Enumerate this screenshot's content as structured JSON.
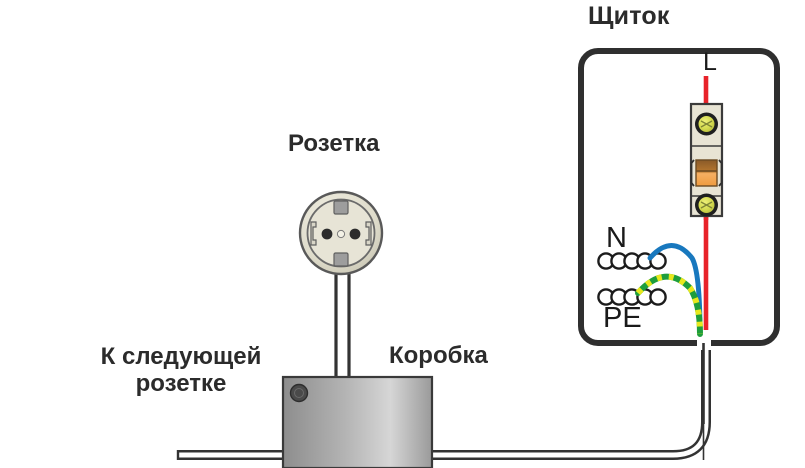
{
  "diagram": {
    "title_panel": "Щиток",
    "title_socket": "Розетка",
    "title_box": "Коробка",
    "title_next_socket": "К следующей\nрозетке",
    "conductor_labels": {
      "line": "L",
      "neutral": "N",
      "protective_earth": "PE"
    },
    "colors": {
      "line_wire": "#e8232a",
      "neutral_wire": "#1878be",
      "earth_wire_green": "#1e9e3c",
      "earth_wire_yellow": "#e8e81c",
      "cable_outline": "#333333",
      "panel_border": "#2f2f2f",
      "breaker_body": "#e8e4d4",
      "breaker_lever": "#f2a54a",
      "breaker_terminal": "#d8dd52",
      "socket_face": "#e4e2d4",
      "junction_box": "#a8a8a8",
      "text": "#2b2b2b"
    },
    "components": {
      "panel": {
        "name": "distribution-panel",
        "terminal_circles_n": 5,
        "terminal_circles_pe": 5
      },
      "breaker": {
        "name": "circuit-breaker",
        "terminals": 2
      },
      "socket": {
        "name": "schuko-socket",
        "pin_holes": 2
      },
      "junction_box": {
        "name": "junction-box",
        "screw_dots": 1
      }
    }
  }
}
